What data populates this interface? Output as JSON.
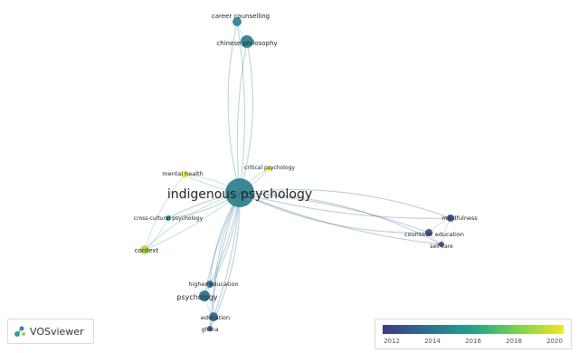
{
  "network": {
    "nodes": [
      {
        "id": "indigenous psychology",
        "year": 2014.6,
        "weight": 1.0,
        "font": 14
      },
      {
        "id": "career counselling",
        "year": 2014.8,
        "weight": 0.35,
        "font": 7
      },
      {
        "id": "chinese philosophy",
        "year": 2014.6,
        "weight": 0.35,
        "font": 7
      },
      {
        "id": "critical psychology",
        "year": 2020.0,
        "weight": 0.15,
        "font": 6
      },
      {
        "id": "mental health",
        "year": 2019.8,
        "weight": 0.15,
        "font": 6.5
      },
      {
        "id": "cross-cultural psychology",
        "year": 2015.3,
        "weight": 0.15,
        "font": 6
      },
      {
        "id": "context",
        "year": 2018.8,
        "weight": 0.25,
        "font": 7
      },
      {
        "id": "mindfulness",
        "year": 2012.6,
        "weight": 0.2,
        "font": 6.5
      },
      {
        "id": "counselor education",
        "year": 2012.6,
        "weight": 0.2,
        "font": 6.5
      },
      {
        "id": "self-care",
        "year": 2012.4,
        "weight": 0.15,
        "font": 6
      },
      {
        "id": "higher education",
        "year": 2013.8,
        "weight": 0.2,
        "font": 6.5
      },
      {
        "id": "psychology",
        "year": 2014.0,
        "weight": 0.3,
        "font": 8
      },
      {
        "id": "education",
        "year": 2013.6,
        "weight": 0.2,
        "font": 6.5
      },
      {
        "id": "ghana",
        "year": 2012.8,
        "weight": 0.15,
        "font": 6
      }
    ]
  },
  "logo": {
    "text": "VOSviewer"
  },
  "legend": {
    "ticks": [
      "2012",
      "2014",
      "2016",
      "2018",
      "2020"
    ],
    "colors": [
      "#3b4c8c",
      "#2c7b8e",
      "#27a88a",
      "#86d549",
      "#f3e530"
    ]
  }
}
